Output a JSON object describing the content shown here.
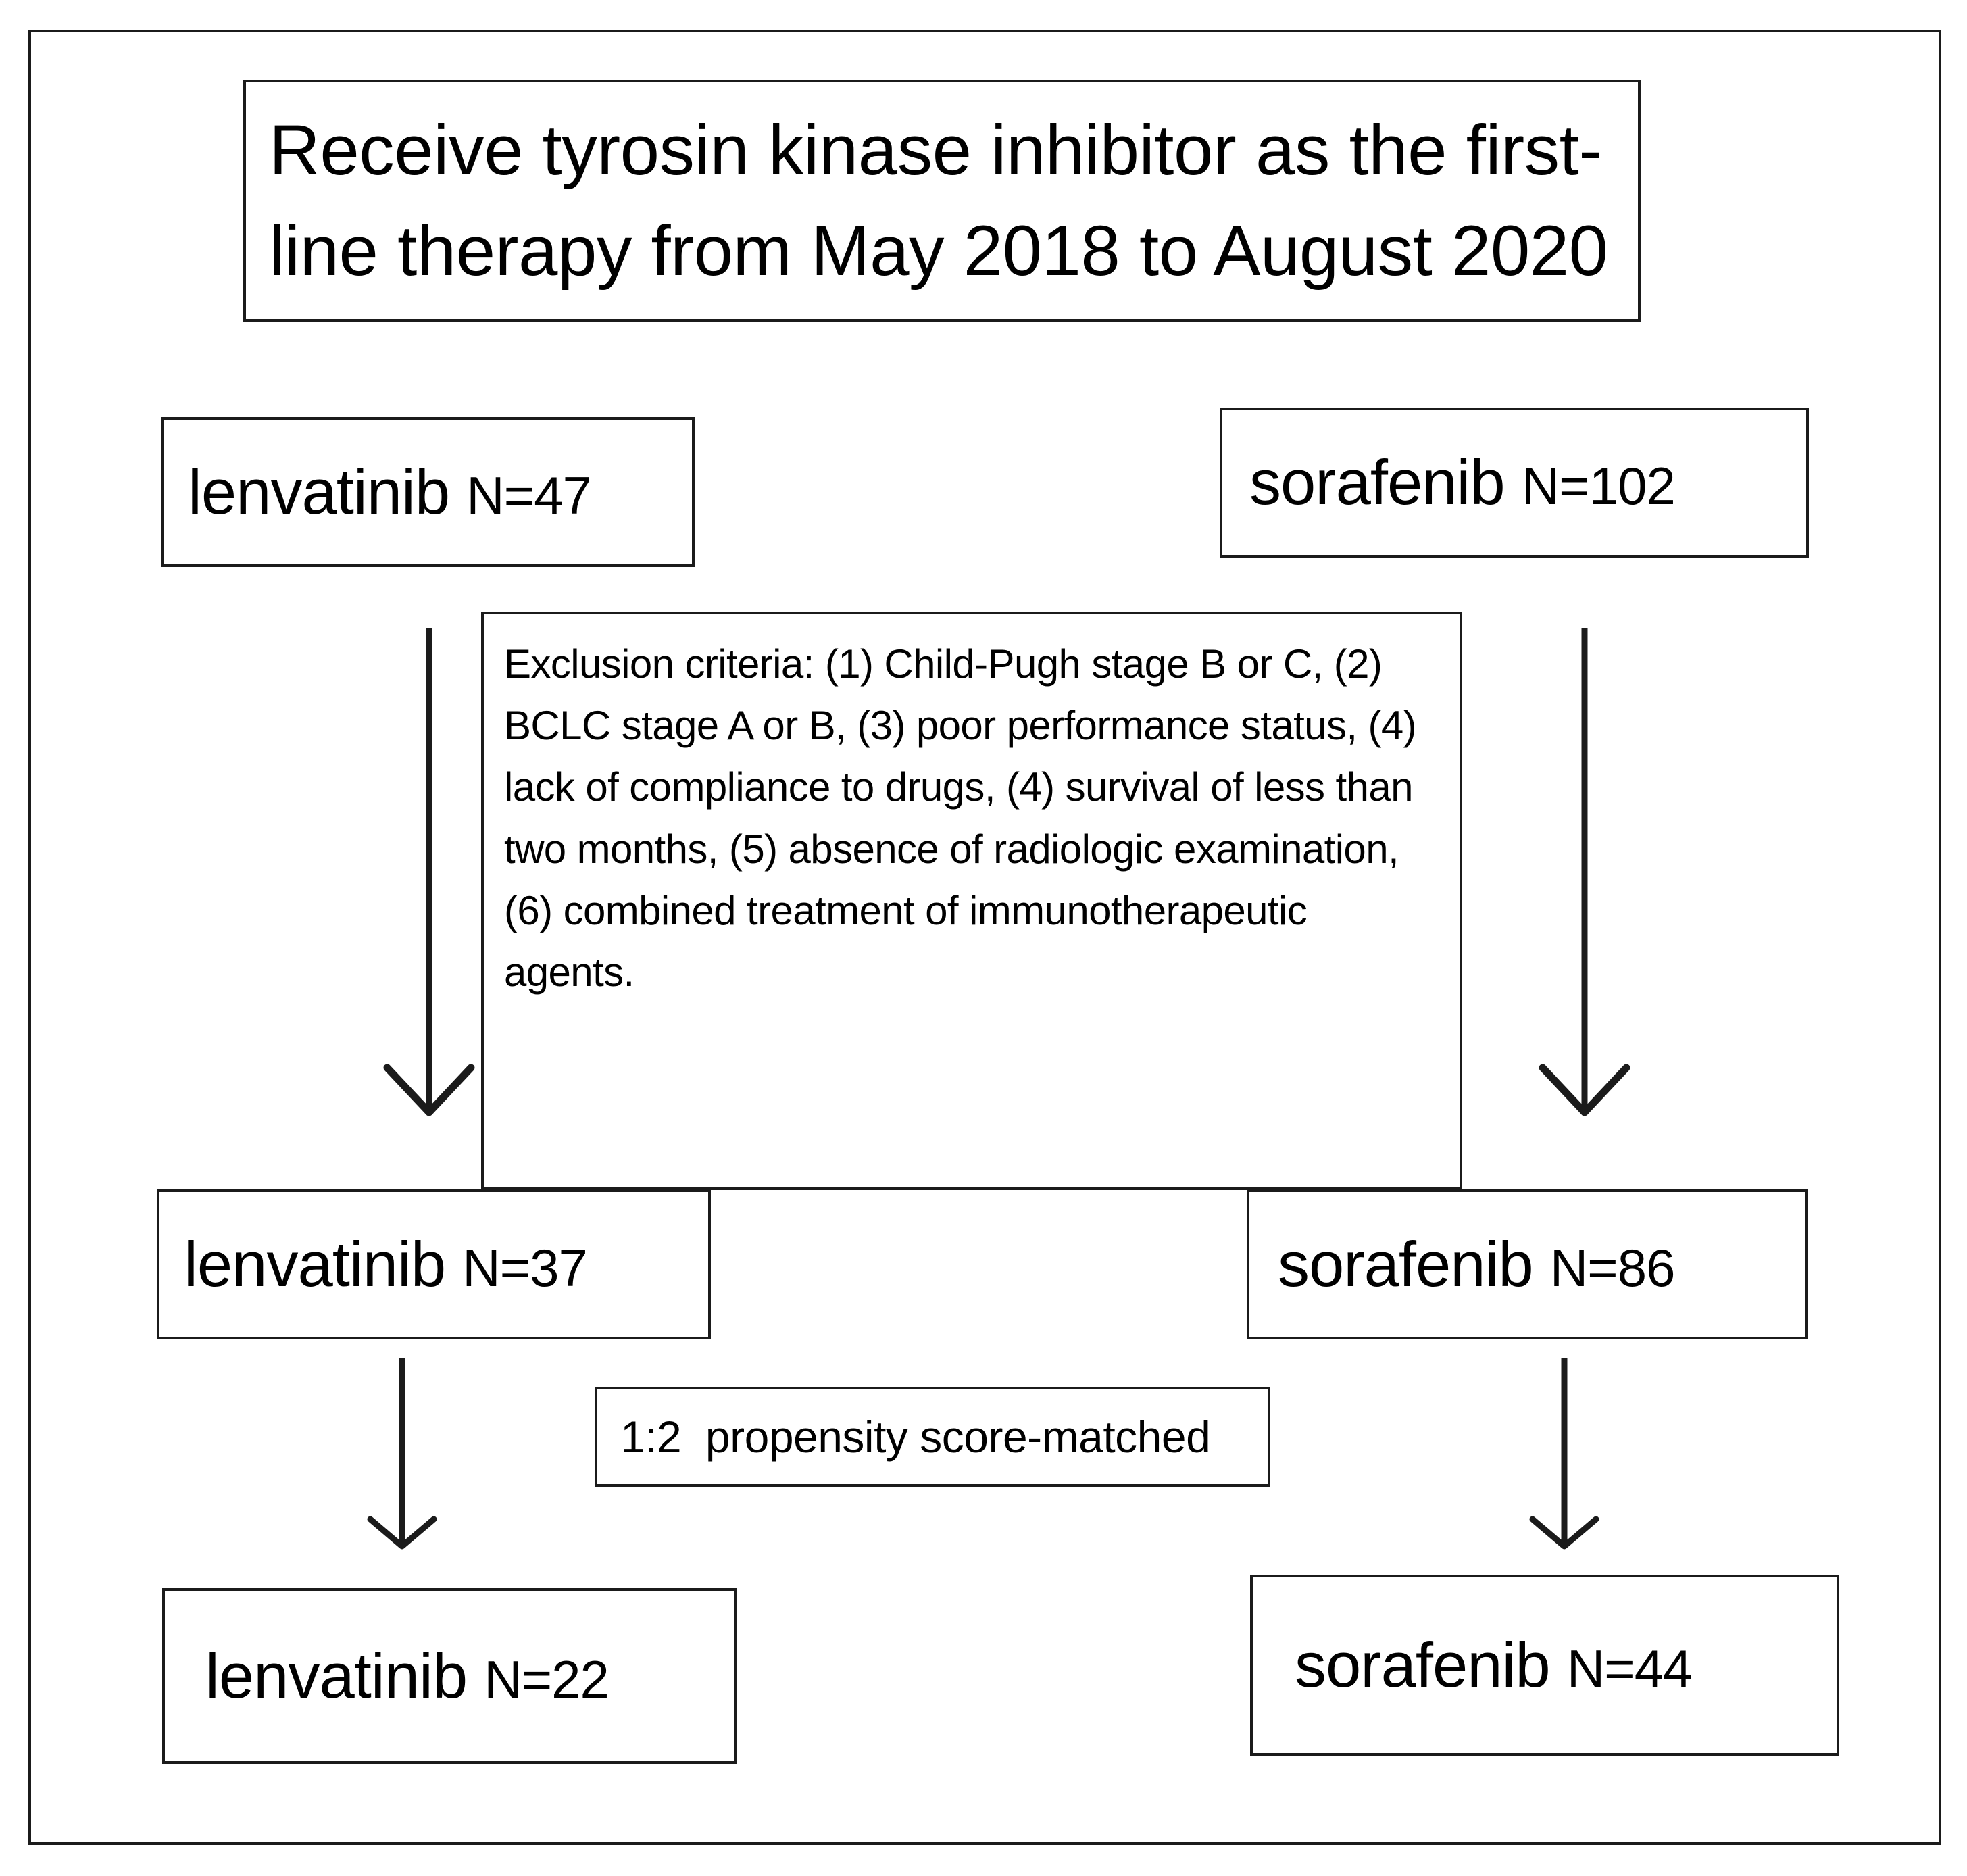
{
  "diagram": {
    "title_box": {
      "text": "Receive tyrosin kinase inhibitor as the first-line therapy from May 2018 to August 2020"
    },
    "cohorts": {
      "enrolled_lenvatinib": {
        "drug": "lenvatinib",
        "count": "N=47"
      },
      "enrolled_sorafenib": {
        "drug": "sorafenib",
        "count": "N=102"
      },
      "eligible_lenvatinib": {
        "drug": "lenvatinib",
        "count": "N=37"
      },
      "eligible_sorafenib": {
        "drug": "sorafenib",
        "count": "N=86"
      },
      "matched_lenvatinib": {
        "drug": "lenvatinib",
        "count": "N=22"
      },
      "matched_sorafenib": {
        "drug": "sorafenib",
        "count": "N=44"
      }
    },
    "exclusion_box": {
      "text": "Exclusion criteria: (1) Child-Pugh stage B or C, (2) BCLC stage A or B, (3) poor performance status, (4) lack of compliance to drugs, (4) survival of less than two months, (5) absence of radiologic examination, (6) combined treatment of immunotherapeutic agents."
    },
    "matching_box": {
      "text": "1:2  propensity score-matched"
    },
    "colors": {
      "stroke": "#1b1b1b",
      "background": "#ffffff",
      "text": "#000000"
    }
  }
}
